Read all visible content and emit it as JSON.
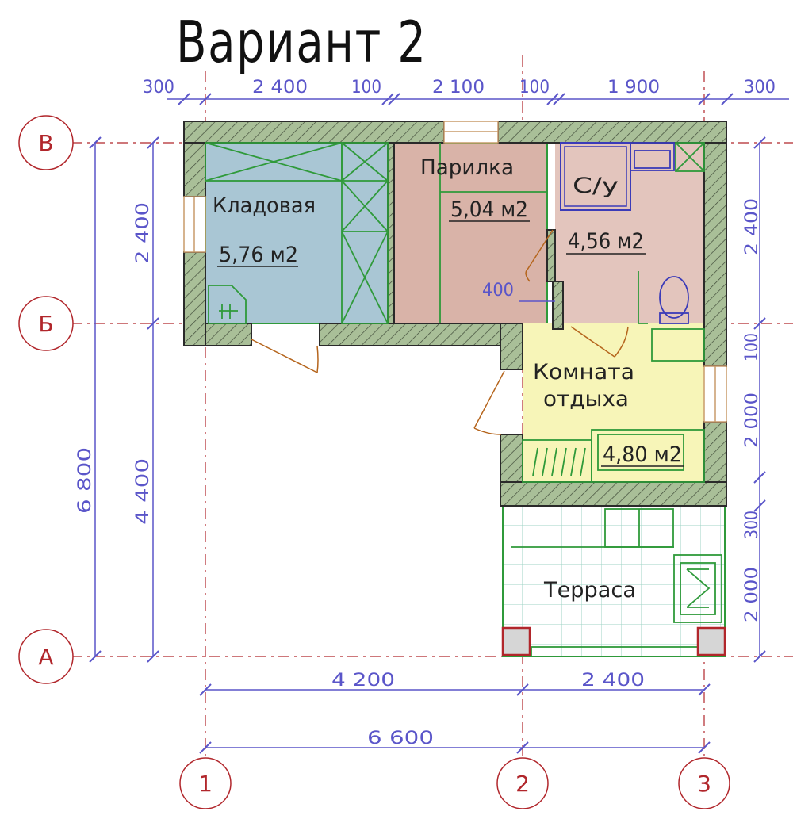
{
  "title": "Вариант 2",
  "rooms": {
    "storage": {
      "name": "Кладовая",
      "area": "5,76 м2"
    },
    "steam": {
      "name": "Парилка",
      "area": "5,04 м2"
    },
    "wc": {
      "name": "С/у",
      "area": "4,56 м2"
    },
    "rest": {
      "name_line1": "Комната",
      "name_line2": "отдыха",
      "area": "4,80 м2"
    },
    "terrace": {
      "name": "Терраса"
    }
  },
  "dims_top": [
    "300",
    "2 400",
    "100",
    "2 100",
    "100",
    "1 900",
    "300"
  ],
  "dims_bottom": [
    "4 200",
    "2 400",
    "6 600"
  ],
  "dims_left": [
    "2 400",
    "4 400",
    "6 800"
  ],
  "dims_right": [
    "2 400",
    "100",
    "2 000",
    "300",
    "2 000"
  ],
  "door_dim": "400",
  "axes_rows": [
    "В",
    "Б",
    "А"
  ],
  "axes_cols": [
    "1",
    "2",
    "3"
  ],
  "colors": {
    "wall": "#a9bf98",
    "storage": "#a9c6d4",
    "steam": "#d9b3a8",
    "wc": "#e3c5bd",
    "rest": "#f7f5b8",
    "dimension": "#5a55c9",
    "axis": "#b1262b",
    "furniture": "#2f9a3a",
    "terrace_grid": "#7fbfae"
  }
}
